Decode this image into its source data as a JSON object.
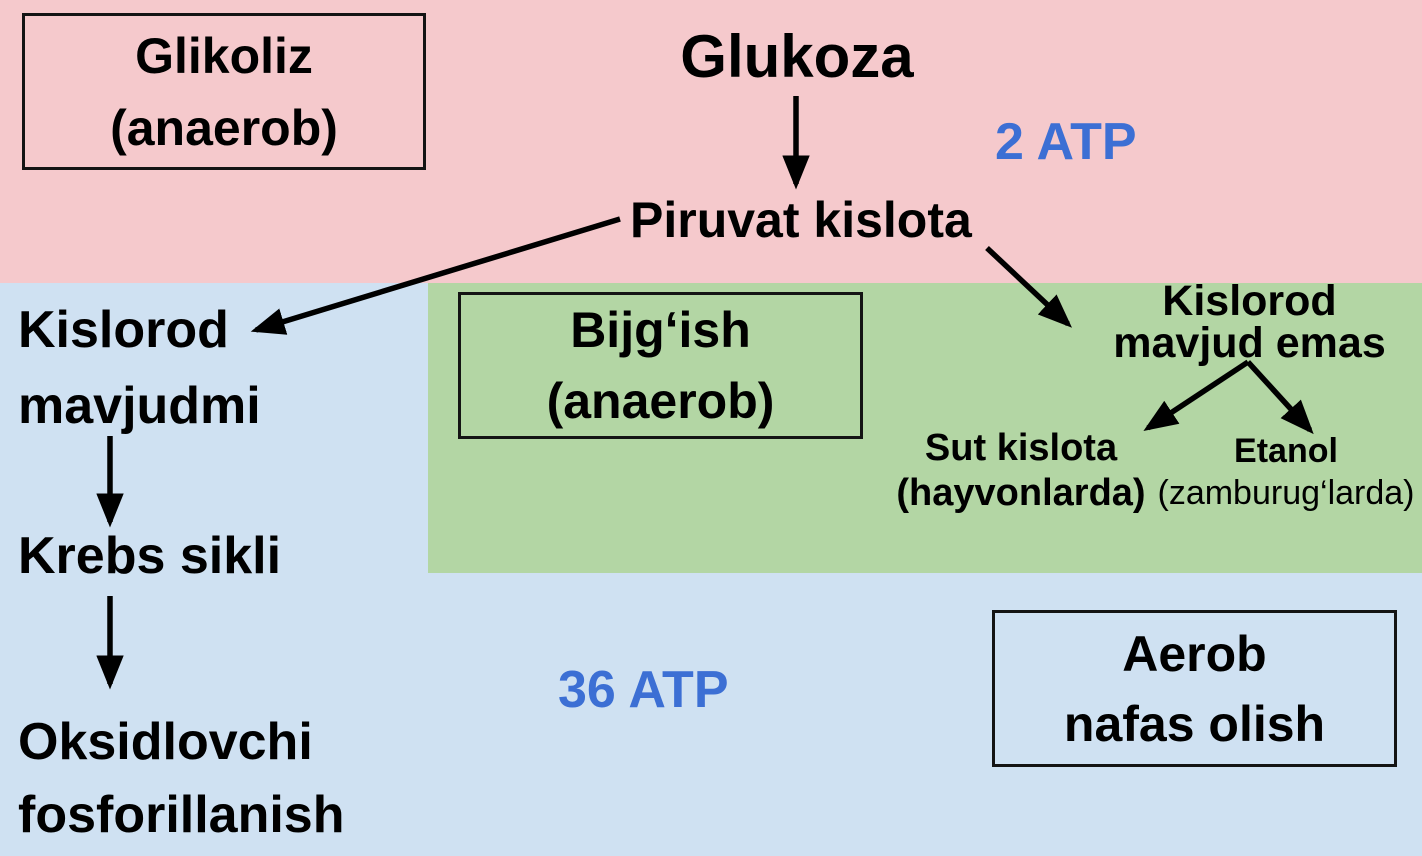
{
  "colors": {
    "glycolysis_region": "#f5c9cc",
    "fermentation_region": "#b3d6a4",
    "aerobic_region": "#cfe1f2",
    "atp_color": "#3c6fd4",
    "arrow_color": "#000000"
  },
  "labels": {
    "glikoliz_line1": "Glikoliz",
    "glikoliz_line2": "(anaerob)",
    "glukoza": "Glukoza",
    "atp_2": "2 ATP",
    "piruvat": "Piruvat kislota",
    "kislorod_mavjudmi_line1": "Kislorod",
    "kislorod_mavjudmi_line2": "mavjudmi",
    "bijgish_line1": "Bijg‘ish",
    "bijgish_line2": "(anaerob)",
    "kislorod_emas_line1": "Kislorod",
    "kislorod_emas_line2": "mavjud emas",
    "sut_line1": "Sut kislota",
    "sut_line2": "(hayvonlarda)",
    "etanol_line1": "Etanol",
    "etanol_line2": "(zamburug‘larda)",
    "krebs": "Krebs sikli",
    "atp_36": "36 ATP",
    "oksidlovchi_line1": "Oksidlovchi",
    "oksidlovchi_line2": "fosforillanish",
    "aerob_line1": "Aerob",
    "aerob_line2": "nafas olish"
  },
  "edges": [
    {
      "from": "Glukoza",
      "to": "Piruvat kislota"
    },
    {
      "from": "Piruvat kislota",
      "to": "Kislorod mavjudmi"
    },
    {
      "from": "Piruvat kislota",
      "to": "Kislorod mavjud emas"
    },
    {
      "from": "Kislorod mavjudmi",
      "to": "Krebs sikli"
    },
    {
      "from": "Krebs sikli",
      "to": "Oksidlovchi fosforillanish"
    },
    {
      "from": "Kislorod mavjud emas",
      "to": "Sut kislota (hayvonlarda)"
    },
    {
      "from": "Kislorod mavjud emas",
      "to": "Etanol (zamburug‘larda)"
    }
  ]
}
